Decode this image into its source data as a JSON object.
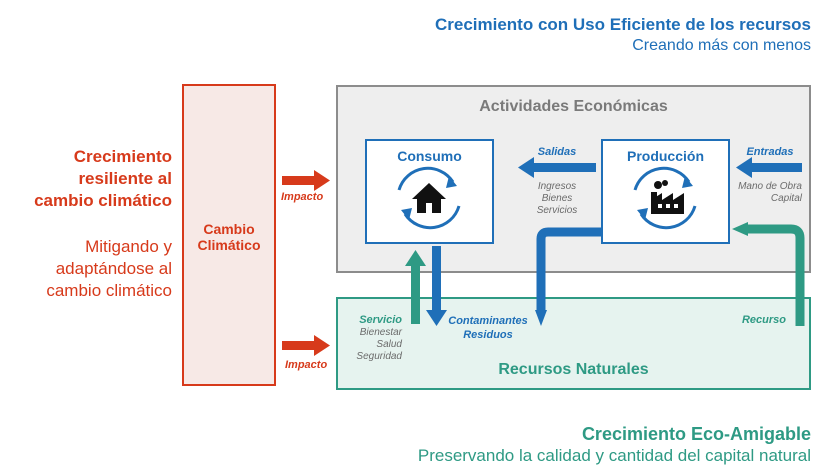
{
  "top_right": {
    "title": "Crecimiento con Uso Eficiente de los recursos",
    "subtitle": "Creando más con menos"
  },
  "left": {
    "title_lines": [
      "Crecimiento",
      "resiliente al",
      "cambio climático"
    ],
    "subtitle_lines": [
      "Mitigando y",
      "adaptándose al",
      "cambio climático"
    ]
  },
  "climate_box": {
    "label_lines": [
      "Cambio",
      "Climático"
    ]
  },
  "impact_labels": [
    "Impacto",
    "Impacto"
  ],
  "economic": {
    "title": "Actividades Económicas",
    "consumo": "Consumo",
    "produccion": "Producción",
    "salidas": {
      "label": "Salidas",
      "items": [
        "Ingresos",
        "Bienes",
        "Servicios"
      ]
    },
    "entradas": {
      "label": "Entradas",
      "items": [
        "Mano de Obra",
        "Capital"
      ]
    }
  },
  "natural": {
    "title": "Recursos Naturales",
    "servicio": {
      "label": "Servicio",
      "items": [
        "Bienestar",
        "Salud",
        "Seguridad"
      ]
    },
    "contaminantes": [
      "Contaminantes",
      "Residuos"
    ],
    "recurso": "Recurso"
  },
  "bottom_right": {
    "title": "Crecimiento Eco-Amigable",
    "subtitle": "Preservando la calidad y cantidad del capital natural"
  },
  "colors": {
    "blue": "#1f6fb8",
    "red": "#d73a1b",
    "green": "#2e9a84",
    "grey": "#8c8c8c"
  },
  "icons": [
    "house-icon",
    "factory-icon",
    "cycle-icon"
  ]
}
